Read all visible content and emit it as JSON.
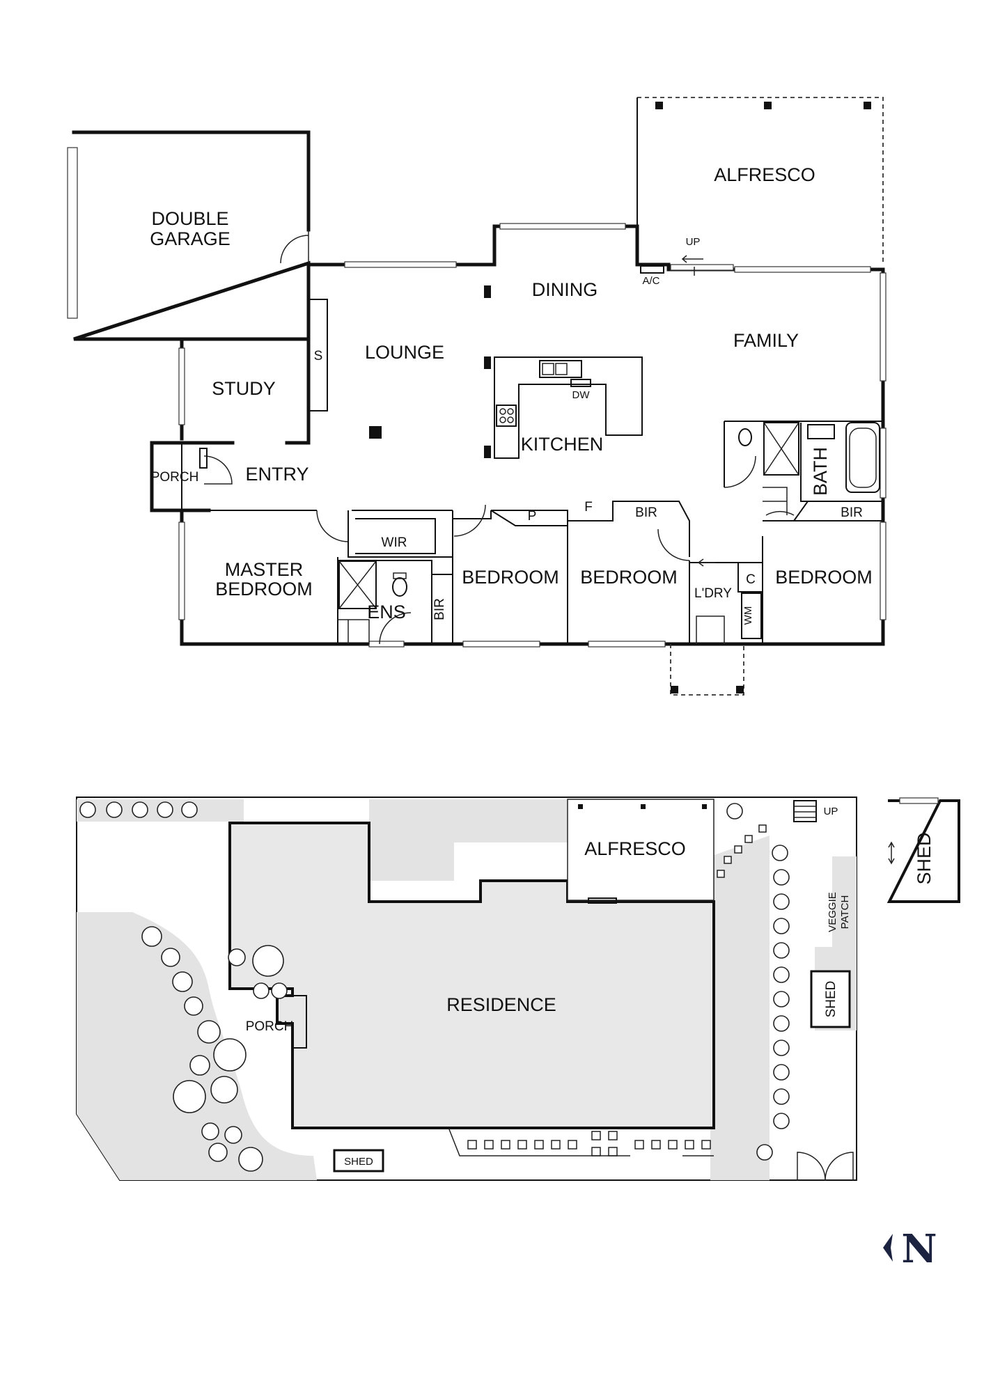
{
  "floor_plan": {
    "rooms": {
      "double_garage_1": "DOUBLE",
      "double_garage_2": "GARAGE",
      "alfresco": "ALFRESCO",
      "dining": "DINING",
      "lounge": "LOUNGE",
      "family": "FAMILY",
      "study": "STUDY",
      "kitchen": "KITCHEN",
      "entry": "ENTRY",
      "porch": "PORCH",
      "master_bedroom_1": "MASTER",
      "master_bedroom_2": "BEDROOM",
      "wir": "WIR",
      "ens": "ENS",
      "bir_ens": "BIR",
      "bedroom_2": "BEDROOM",
      "bedroom_3": "BEDROOM",
      "bedroom_4": "BEDROOM",
      "bath": "BATH",
      "bir_3": "BIR",
      "bir_4": "BIR",
      "laundry": "L'DRY",
      "pantry": "P",
      "fridge": "F",
      "store": "S",
      "cupboard": "C",
      "washing_machine": "WM",
      "dishwasher": "DW",
      "air_con": "A/C",
      "steps_up": "UP"
    }
  },
  "site_plan": {
    "labels": {
      "alfresco": "ALFRESCO",
      "residence": "RESIDENCE",
      "porch": "PORCH",
      "shed_small": "SHED",
      "shed_side": "SHED",
      "shed_outbuilding": "SHED",
      "veggie_patch_1": "VEGGIE",
      "veggie_patch_2": "PATCH",
      "steps_up": "UP"
    }
  },
  "compass": {
    "north_label": "N"
  },
  "colors": {
    "wall": "#111111",
    "site_fill": "#e3e3e3",
    "compass": "#1b2340"
  }
}
